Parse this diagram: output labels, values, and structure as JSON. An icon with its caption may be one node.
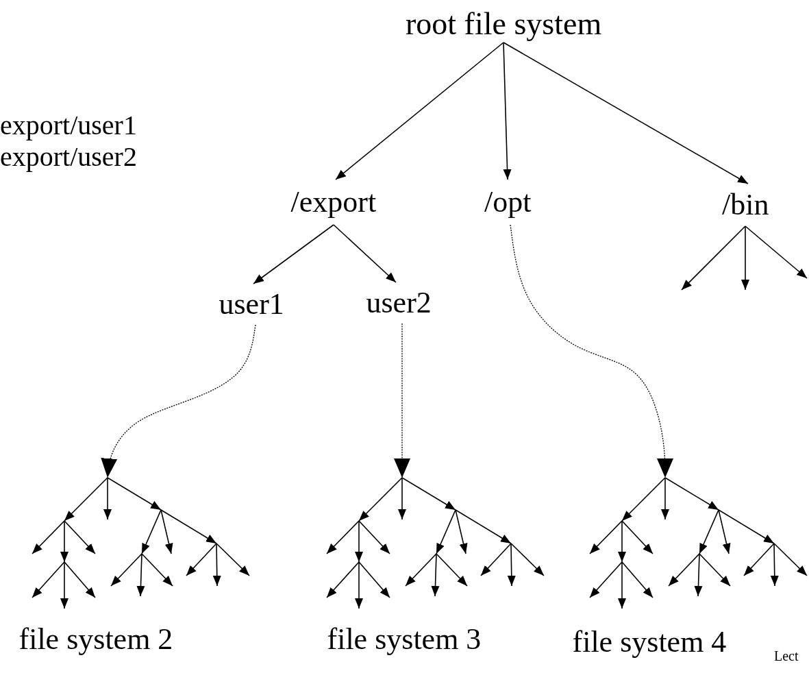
{
  "diagram": {
    "nodes": [
      {
        "text": [
          "root file system"
        ]
      },
      {
        "text": [
          "/export"
        ]
      },
      {
        "text": [
          "/opt"
        ]
      },
      {
        "text": [
          "/bin"
        ]
      },
      {
        "text": [
          "user1"
        ]
      },
      {
        "text": [
          "user2"
        ]
      },
      {
        "text": [],
        "shape": "picture",
        "beside": [
          "file system 2"
        ]
      },
      {
        "text": [],
        "shape": "picture",
        "beside": [
          "file system 3"
        ]
      },
      {
        "text": [],
        "shape": "picture",
        "beside": [
          "file system 4"
        ]
      }
    ],
    "edges": [
      {
        "from": 0,
        "to": 1,
        "arrow": "to"
      },
      {
        "from": 0,
        "to": 2,
        "arrow": "to"
      },
      {
        "from": 0,
        "to": 3,
        "arrow": "to"
      },
      {
        "from": 1,
        "to": 4,
        "arrow": "to"
      },
      {
        "from": 1,
        "to": 5,
        "arrow": "to"
      },
      {
        "from": 3,
        "to": null,
        "arrow": "to"
      },
      {
        "from": 3,
        "to": null,
        "arrow": "to"
      },
      {
        "from": 3,
        "to": null,
        "arrow": "to"
      },
      {
        "from": 4,
        "to": 6,
        "arrow": "to",
        "style": "dashed"
      },
      {
        "from": 5,
        "to": 7,
        "arrow": "to",
        "style": "dashed"
      },
      {
        "from": 2,
        "to": 8,
        "arrow": "to",
        "style": "dashed"
      }
    ],
    "labels": [
      "export/user1",
      "export/user2",
      "Lect"
    ]
  }
}
